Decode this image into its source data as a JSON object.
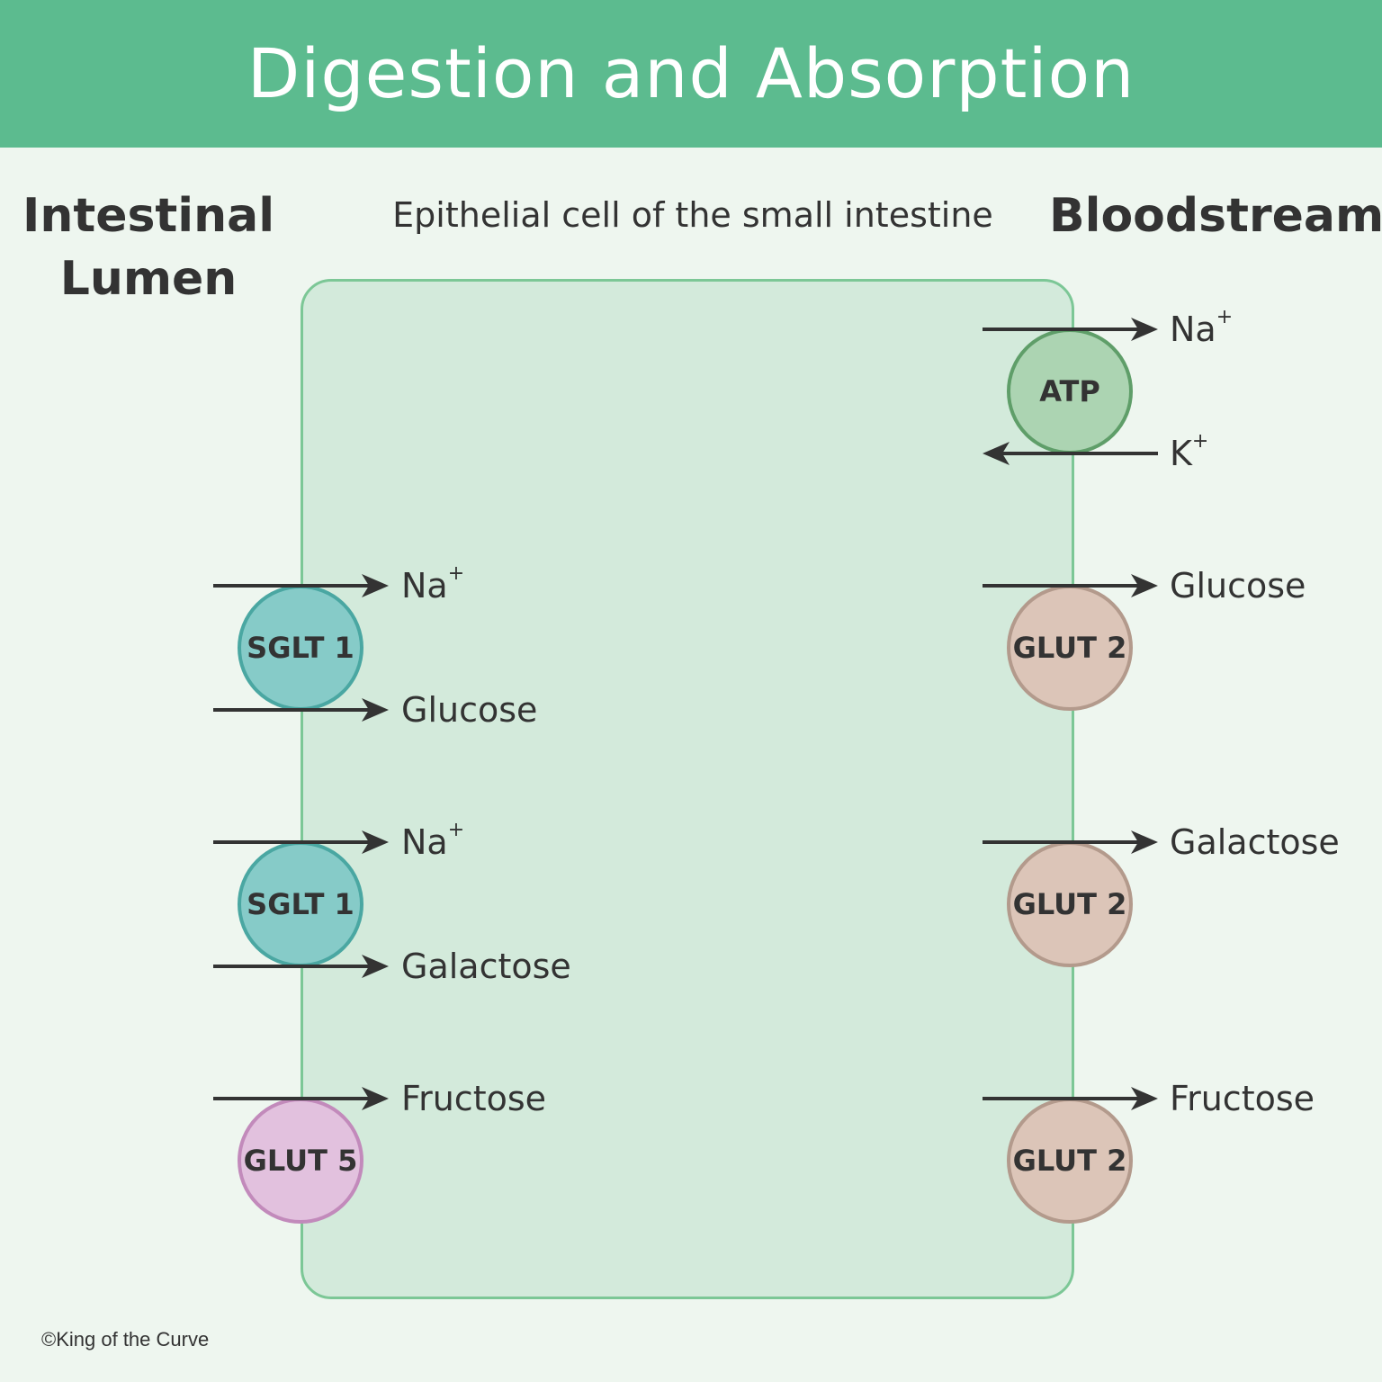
{
  "header": {
    "title": "Digestion and Absorption",
    "background_color": "#5cbb8f"
  },
  "labels": {
    "lumen_line1": "Intestinal",
    "lumen_line2": "Lumen",
    "bloodstream": "Bloodstream",
    "cell_caption": "Epithelial cell of the small intestine"
  },
  "colors": {
    "cell_fill": "#d3eadb",
    "cell_border": "#7cc796",
    "arrow": "#333333",
    "text": "#333333"
  },
  "apical_transporters": [
    {
      "name": "SGLT 1",
      "fill": "#86cbc8",
      "stroke": "#4aa7a2",
      "substrates": [
        "Na",
        "Glucose"
      ]
    },
    {
      "name": "SGLT 1",
      "fill": "#86cbc8",
      "stroke": "#4aa7a2",
      "substrates": [
        "Na",
        "Galactose"
      ]
    },
    {
      "name": "GLUT 5",
      "fill": "#e2c1de",
      "stroke": "#c28abb",
      "substrates": [
        "Fructose"
      ]
    }
  ],
  "basolateral_transporters": [
    {
      "name": "ATP",
      "fill": "#acd4b2",
      "stroke": "#5f9e69",
      "substrates": [
        "Na",
        "K"
      ],
      "directions": [
        "out",
        "in"
      ]
    },
    {
      "name": "GLUT 2",
      "fill": "#dcc5b8",
      "stroke": "#b39a8c",
      "substrates": [
        "Glucose"
      ],
      "directions": [
        "out"
      ]
    },
    {
      "name": "GLUT 2",
      "fill": "#dcc5b8",
      "stroke": "#b39a8c",
      "substrates": [
        "Galactose"
      ],
      "directions": [
        "out"
      ]
    },
    {
      "name": "GLUT 2",
      "fill": "#dcc5b8",
      "stroke": "#b39a8c",
      "substrates": [
        "Fructose"
      ],
      "directions": [
        "out"
      ]
    }
  ],
  "ion_superscript": "+",
  "copyright": "©King of the Curve"
}
